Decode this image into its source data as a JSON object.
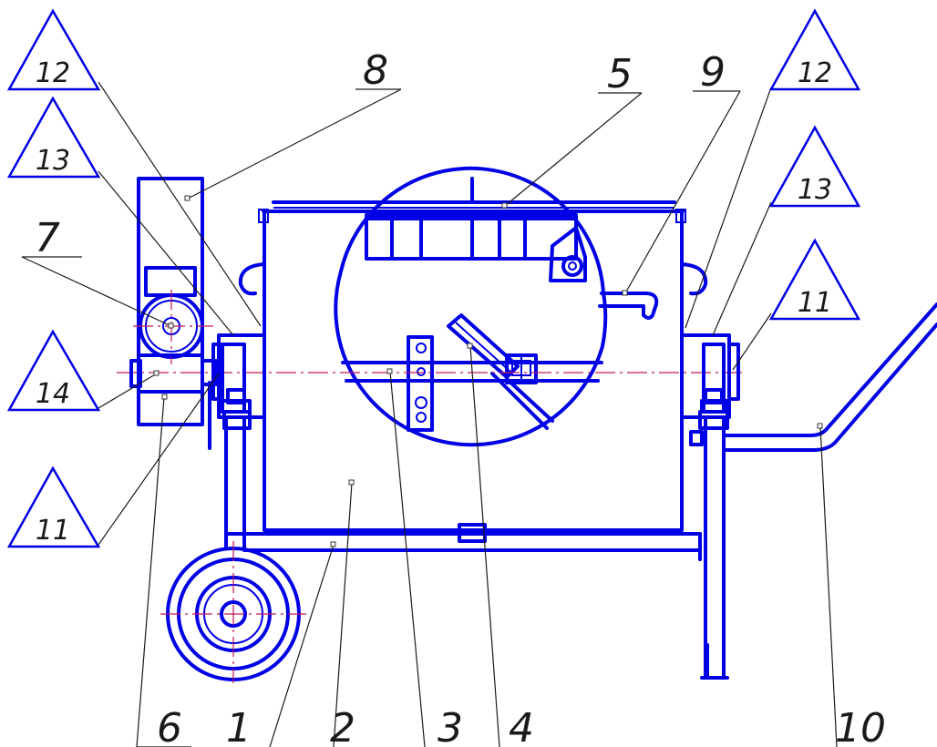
{
  "position_labels": [
    "1",
    "2",
    "3",
    "4",
    "5",
    "6",
    "7",
    "8",
    "9",
    "10"
  ],
  "triangle_labels": [
    "12",
    "13",
    "14",
    "11",
    "12",
    "13",
    "11"
  ],
  "colors": {
    "line": "#0000e6",
    "axis": "#c0185c",
    "leader": "#1a1a1a",
    "background": "#ffffff"
  }
}
